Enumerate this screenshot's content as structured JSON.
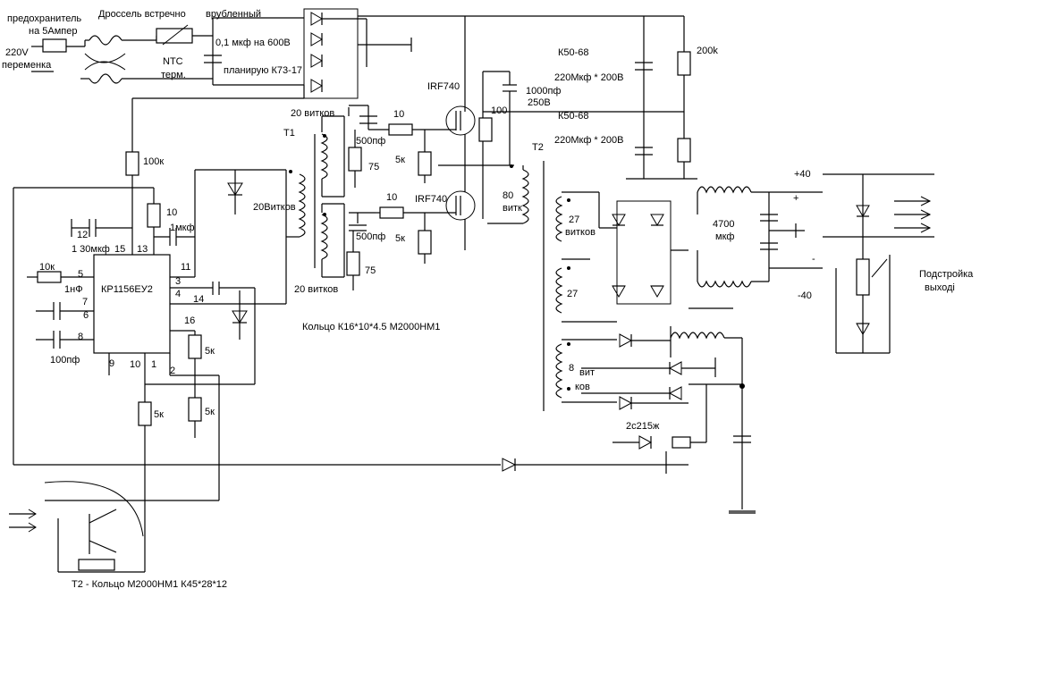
{
  "labels": {
    "fuse": "предохранитель",
    "fuse_rating": "на 5Ампер",
    "choke": "Дроссель встречно",
    "choke2": "врубленный",
    "mains": "220V",
    "mains2": "переменка",
    "ntc": "NTC",
    "ntc2": "терм.",
    "cap_x": "0,1 мкф на 600В",
    "cap_plan": "планирую К73-17",
    "k50_1": "К50-68",
    "k50_2": "К50-68",
    "bulk_cap1": "220Мкф * 200В",
    "bulk_cap2": "220Мкф * 200В",
    "r_200k": "200k",
    "mosfet_top": "IRF740",
    "mosfet_bot": "IRF740",
    "snubber_c": "1000пф",
    "snubber_v": "250В",
    "snubber_r": "100",
    "t1_top_turns": "20 витков",
    "t1_bot_turns": "20 витков",
    "t1": "T1",
    "c_500_top": "500пф",
    "c_500_bot": "500пф",
    "r_10_top": "10",
    "r_10_bot": "10",
    "r_5k_top": "5к",
    "r_5k_bot": "5к",
    "r_75_top": "75",
    "r_75_bot": "75",
    "t2": "T2",
    "t2_primary": "80",
    "t2_primary2": "витк",
    "r_100k": "100к",
    "r_10": "10",
    "c_1mkf": "1мкф",
    "fb_turns": "20Витков",
    "pin12": "12",
    "cap_30": "1 30мкф",
    "pin15": "15",
    "pin13": "13",
    "r_10k": "10к",
    "pin5": "5",
    "ic": "КР1156ЕУ2",
    "pin11": "11",
    "pin3": "3",
    "pin4": "4",
    "pin14": "14",
    "c_1nf": "1нФ",
    "pin7": "7",
    "pin6": "6",
    "pin8": "8",
    "pin16": "16",
    "c_100pf": "100пф",
    "pin9": "9",
    "pin10": "10",
    "pin1": "1",
    "pin2": "2",
    "r_5k_a": "5к",
    "r_5k_b": "5к",
    "r_5k_c": "5к",
    "core_t1": "Кольцо К16*10*4.5 М2000НМ1",
    "core_t2": "Т2 - Кольцо М2000НМ1 К45*28*12",
    "sec_27": "27",
    "sec_27b": "витков",
    "sec_27c": "27",
    "sec_8": "8",
    "sec_8b": "вит",
    "sec_8c": "ков",
    "cap_4700": "4700",
    "cap_4700b": "мкф",
    "plus40": "+40",
    "minus40": "-40",
    "plus_sign": "+",
    "minus_sign": "-",
    "tuning": "Подстройка",
    "tuning2": "выході",
    "transistor": "2с215ж"
  }
}
